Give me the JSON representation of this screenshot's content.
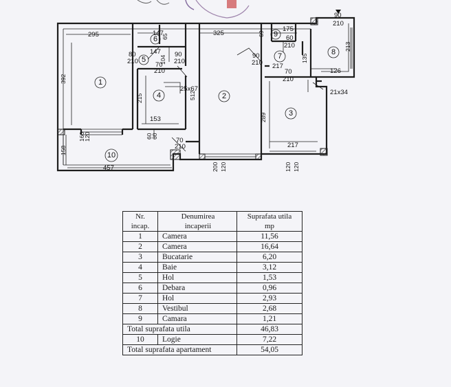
{
  "plan": {
    "room_numbers": [
      "1",
      "2",
      "3",
      "4",
      "5",
      "6",
      "7",
      "8",
      "9",
      "10"
    ],
    "dimensions": {
      "d295": "295",
      "d147a": "147",
      "d325": "325",
      "d175": "175",
      "d90top": "90",
      "d210top": "210",
      "d69": "69",
      "d60a": "60",
      "d210a": "210",
      "d65": "65",
      "d147b": "147",
      "d80": "80",
      "d210b": "210",
      "d90b": "90",
      "d210c": "210",
      "d70a": "70",
      "d210d": "210",
      "d104": "104",
      "d90c": "90",
      "d210e": "210",
      "d217a": "217",
      "d70b": "70",
      "d210f": "210",
      "d135": "135",
      "d126": "126",
      "d213": "213",
      "d392": "392",
      "d512": "512",
      "d215": "215",
      "d25x67": "25x67",
      "d21x34": "21x34",
      "d289": "289",
      "d153": "153",
      "d217b": "217",
      "d160": "160",
      "d120a": "120",
      "d60b": "60",
      "d60c": "60",
      "d70c": "70",
      "d210g": "210",
      "d158": "158",
      "d457": "457",
      "d200": "200",
      "d120b": "120",
      "d120c": "120",
      "d120d": "120"
    }
  },
  "table": {
    "headers": {
      "nr": [
        "Nr.",
        "incap."
      ],
      "name": [
        "Denumirea",
        "incaperii"
      ],
      "area": [
        "Suprafata utila",
        "mp"
      ]
    },
    "rows": [
      {
        "nr": "1",
        "name": "Camera",
        "area": "11,56"
      },
      {
        "nr": "2",
        "name": "Camera",
        "area": "16,64"
      },
      {
        "nr": "3",
        "name": "Bucatarie",
        "area": "6,20"
      },
      {
        "nr": "4",
        "name": "Baie",
        "area": "3,12"
      },
      {
        "nr": "5",
        "name": "Hol",
        "area": "1,53"
      },
      {
        "nr": "6",
        "name": "Debara",
        "area": "0,96"
      },
      {
        "nr": "7",
        "name": "Hol",
        "area": "2,93"
      },
      {
        "nr": "8",
        "name": "Vestibul",
        "area": "2,68"
      },
      {
        "nr": "9",
        "name": "Camara",
        "area": "1,21"
      }
    ],
    "total_util": {
      "label": "Total suprafata utila",
      "area": "46,83"
    },
    "logie": {
      "nr": "10",
      "name": "Logie",
      "area": "7,22"
    },
    "total_apt": {
      "label": "Total suprafata apartament",
      "area": "54,05"
    }
  }
}
